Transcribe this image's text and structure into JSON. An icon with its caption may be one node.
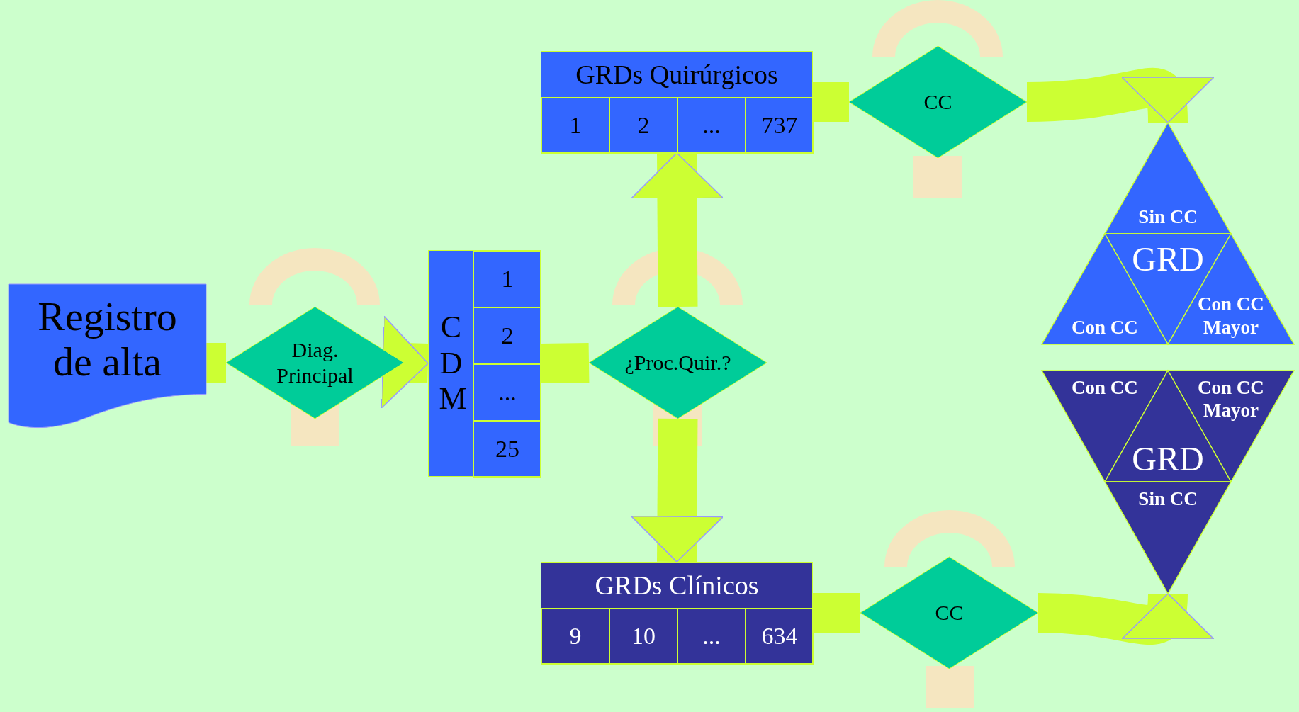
{
  "diagram": {
    "nodes": [
      {
        "text": [
          "Registro de alta"
        ]
      },
      {
        "text": [
          "Diag. Principal"
        ]
      },
      {
        "text": [
          "C D M"
        ]
      },
      {
        "text": [
          "1"
        ],
        "in": 2
      },
      {
        "text": [
          "2"
        ],
        "in": 2
      },
      {
        "text": [
          "..."
        ],
        "in": 2
      },
      {
        "text": [
          "25"
        ],
        "in": 2
      },
      {
        "text": [
          "¿Proc.Quir.?"
        ]
      },
      {
        "text": [
          "GRDs Quirúrgicos"
        ]
      },
      {
        "text": [
          "1"
        ],
        "in": 8
      },
      {
        "text": [
          "2"
        ],
        "in": 8
      },
      {
        "text": [
          "..."
        ],
        "in": 8
      },
      {
        "text": [
          "737"
        ],
        "in": 8
      },
      {
        "text": [
          "GRDs Clínicos"
        ]
      },
      {
        "text": [
          "9"
        ],
        "in": 13
      },
      {
        "text": [
          "10"
        ],
        "in": 13
      },
      {
        "text": [
          "..."
        ],
        "in": 13
      },
      {
        "text": [
          "634"
        ],
        "in": 13
      },
      {
        "text": [
          "CC"
        ]
      },
      {
        "text": [
          "CC"
        ]
      },
      {
        "text": [
          "Sin CC"
        ]
      },
      {
        "text": [
          "GRD"
        ]
      },
      {
        "text": [
          "Con CC"
        ]
      },
      {
        "text": [
          "Con CC Mayor"
        ]
      },
      {
        "text": [
          "Con CC"
        ]
      },
      {
        "text": [
          "Con CC Mayor"
        ]
      },
      {
        "text": [
          "GRD"
        ]
      },
      {
        "text": [
          "Sin CC"
        ]
      }
    ],
    "edges": [
      {
        "from": 0,
        "to": 1,
        "arrow": "none"
      },
      {
        "from": 1,
        "to": 2,
        "arrow": "to"
      },
      {
        "from": 2,
        "to": 7,
        "arrow": "none"
      },
      {
        "from": 7,
        "to": 8,
        "arrow": "to"
      },
      {
        "from": 7,
        "to": 13,
        "arrow": "to"
      },
      {
        "from": 8,
        "to": 18,
        "arrow": "none"
      },
      {
        "from": 18,
        "to": 20,
        "arrow": "to"
      },
      {
        "from": 13,
        "to": 19,
        "arrow": "none"
      },
      {
        "from": 19,
        "to": 27,
        "arrow": "to"
      }
    ]
  }
}
